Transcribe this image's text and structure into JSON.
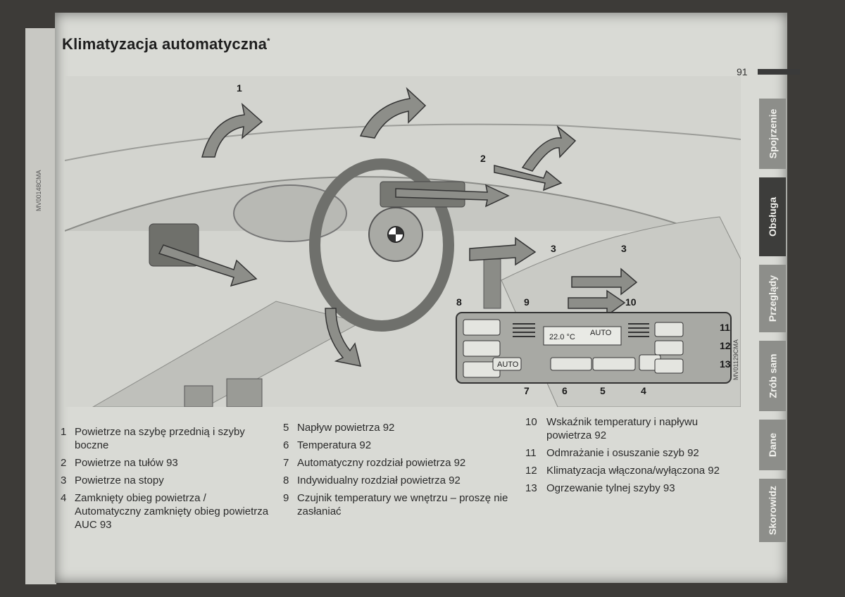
{
  "title": "Klimatyzacja automatyczna",
  "title_mark": "*",
  "page_number": "91",
  "side_tabs": [
    {
      "label": "Spojrzenie",
      "active": false
    },
    {
      "label": "Obsługa",
      "active": true
    },
    {
      "label": "Przeglądy",
      "active": false
    },
    {
      "label": "Zrób sam",
      "active": false
    },
    {
      "label": "Dane",
      "active": false
    },
    {
      "label": "Skorowidz",
      "active": false
    }
  ],
  "figure": {
    "code": "MV01129CMA",
    "display_temp": "22.0 °C",
    "display_mode": "AUTO",
    "auto_button": "AUTO",
    "callouts": [
      "1",
      "2",
      "3",
      "3",
      "4",
      "5",
      "6",
      "7",
      "8",
      "9",
      "10",
      "11",
      "12",
      "13"
    ]
  },
  "left_sliver_code": "MV00148CMA",
  "legend": {
    "col1": [
      {
        "num": "1",
        "text": "Powietrze na szybę przednią i szyby boczne"
      },
      {
        "num": "2",
        "text": "Powietrze na tułów   93"
      },
      {
        "num": "3",
        "text": "Powietrze na stopy"
      },
      {
        "num": "4",
        "text": "Zamknięty obieg powietrza / Automatyczny zamknięty obieg powietrza AUC   93"
      }
    ],
    "col2": [
      {
        "num": "5",
        "text": "Napływ powietrza   92"
      },
      {
        "num": "6",
        "text": "Temperatura   92"
      },
      {
        "num": "7",
        "text": "Automatyczny rozdział powietrza   92"
      },
      {
        "num": "8",
        "text": "Indywidualny rozdział powietrza   92"
      },
      {
        "num": "9",
        "text": "Czujnik temperatury we wnętrzu – proszę nie zasłaniać"
      }
    ],
    "col3": [
      {
        "num": "10",
        "text": "Wskaźnik temperatury i napływu powietrza   92"
      },
      {
        "num": "11",
        "text": "Odmrażanie i osuszanie szyb   92"
      },
      {
        "num": "12",
        "text": "Klimatyzacja włączona/wyłączona   92"
      },
      {
        "num": "13",
        "text": "Ogrzewanie tylnej szyby   93"
      }
    ]
  }
}
